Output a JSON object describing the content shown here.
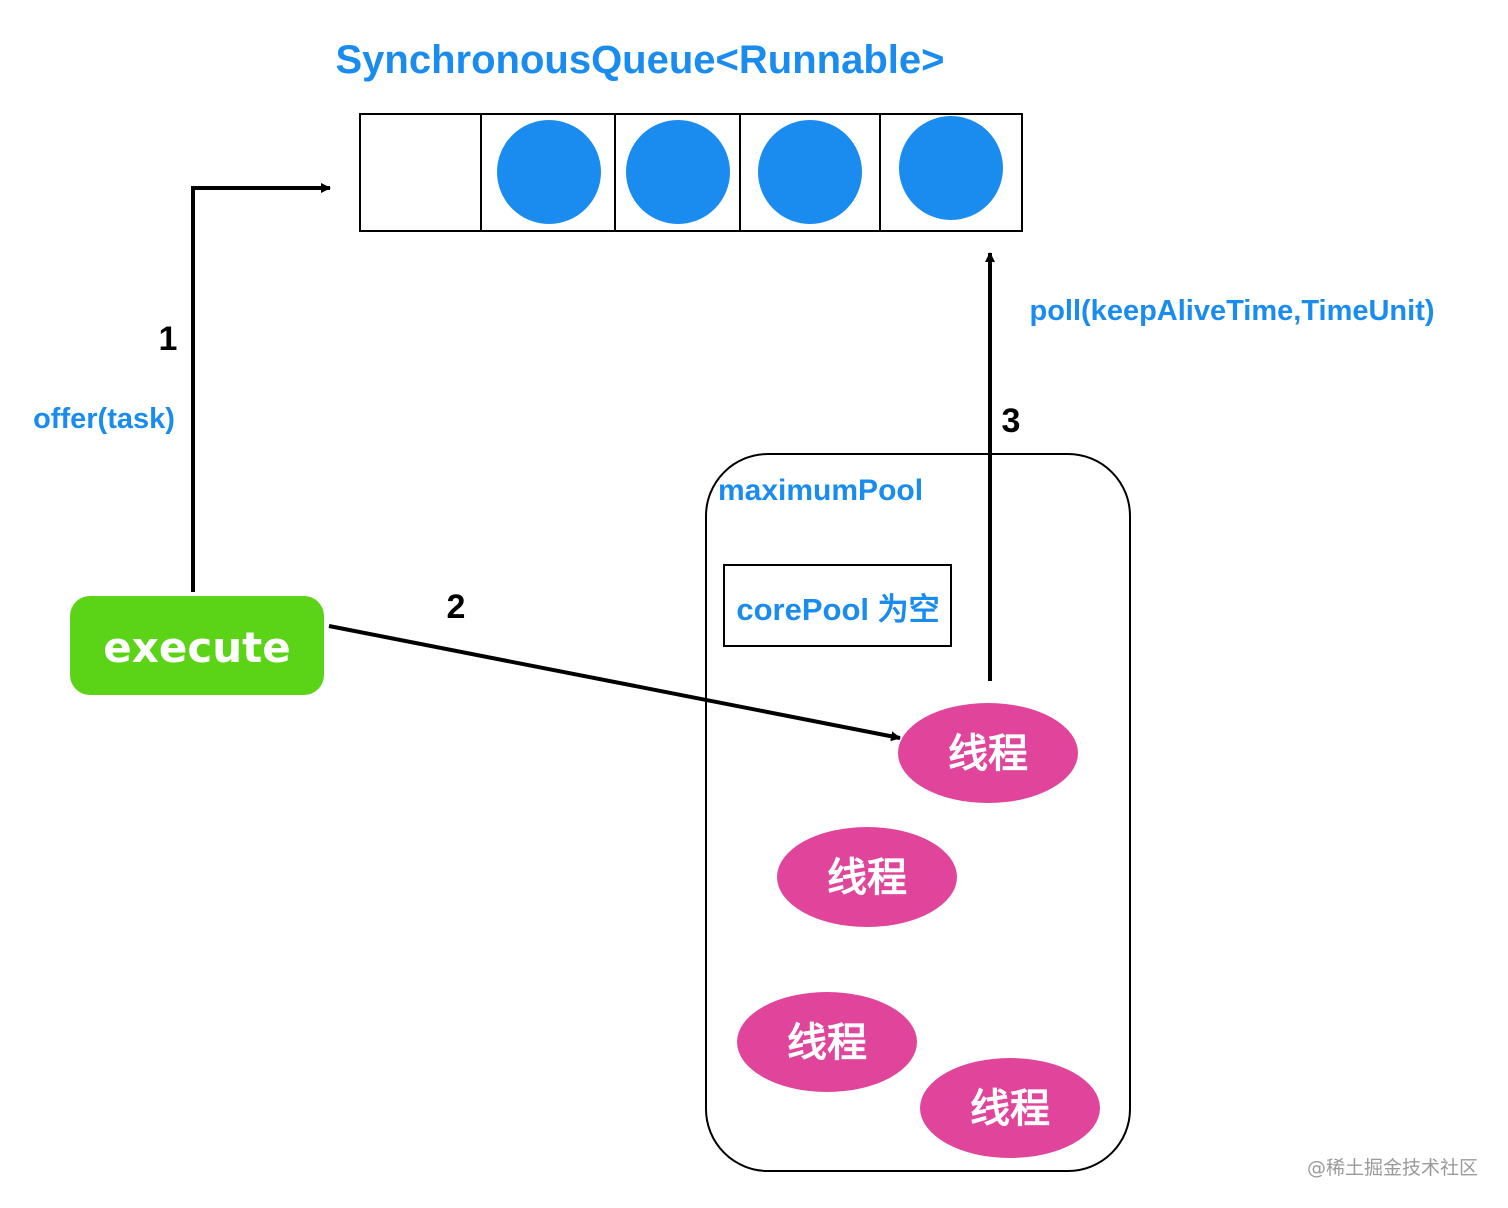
{
  "colors": {
    "accent_blue": "#1a8cf0",
    "execute_green": "#5bd317",
    "thread_pink": "#e0459b",
    "stroke": "#000000"
  },
  "queue": {
    "title": "SynchronousQueue<Runnable>",
    "slots": [
      {
        "filled": false
      },
      {
        "filled": true
      },
      {
        "filled": true
      },
      {
        "filled": true
      },
      {
        "filled": true
      }
    ]
  },
  "execute": {
    "label": "execute"
  },
  "steps": {
    "step1_number": "1",
    "step1_label": "offer(task)",
    "step2_number": "2",
    "step3_number": "3",
    "step3_label": "poll(keepAliveTime,TimeUnit)"
  },
  "maximum_pool": {
    "title": "maximumPool",
    "core_pool_label": "corePool 为空",
    "threads": [
      "线程",
      "线程",
      "线程",
      "线程"
    ]
  },
  "watermark": "@稀土掘金技术社区"
}
